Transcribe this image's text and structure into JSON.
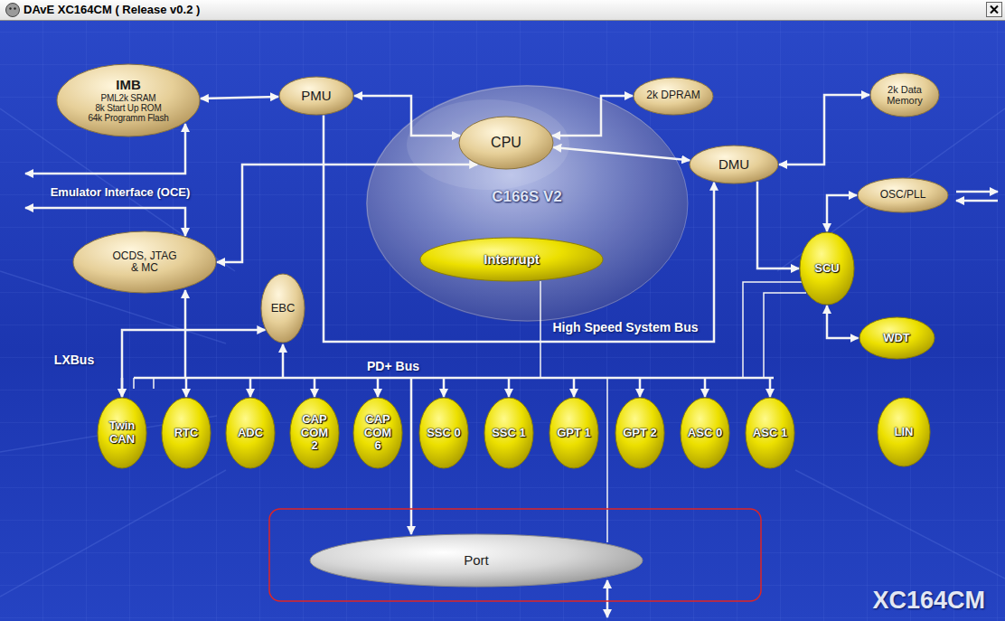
{
  "diagram": {
    "title": "DAvE XC164CM ( Release v0.2 )",
    "nodes": [
      {
        "text": [
          "IMB",
          "PML2k SRAM",
          "8k Start Up ROM",
          "64k Programm Flash"
        ]
      },
      {
        "text": [
          "PMU"
        ]
      },
      {
        "text": [
          "C166S V2"
        ]
      },
      {
        "text": [
          "CPU"
        ],
        "in": 2
      },
      {
        "text": [
          "Interrupt"
        ],
        "in": 2
      },
      {
        "text": [
          "2k DPRAM"
        ]
      },
      {
        "text": [
          "2k Data Memory"
        ]
      },
      {
        "text": [
          "DMU"
        ]
      },
      {
        "text": [
          "OSC/PLL"
        ]
      },
      {
        "text": [
          "OCDS, JTAG & MC"
        ]
      },
      {
        "text": [
          "SCU"
        ]
      },
      {
        "text": [
          "EBC"
        ]
      },
      {
        "text": [
          "WDT"
        ]
      },
      {
        "text": [
          "Twin CAN"
        ]
      },
      {
        "text": [
          "RTC"
        ]
      },
      {
        "text": [
          "ADC"
        ]
      },
      {
        "text": [
          "CAP COM 2"
        ]
      },
      {
        "text": [
          "CAP COM 6"
        ]
      },
      {
        "text": [
          "SSC 0"
        ]
      },
      {
        "text": [
          "SSC 1"
        ]
      },
      {
        "text": [
          "GPT 1"
        ]
      },
      {
        "text": [
          "GPT 2"
        ]
      },
      {
        "text": [
          "ASC 0"
        ]
      },
      {
        "text": [
          "ASC 1"
        ]
      },
      {
        "text": [
          "LIN"
        ]
      },
      {
        "text": [
          "Port"
        ]
      }
    ],
    "edges": [
      {
        "from": 0,
        "to": 1,
        "arrow": "both"
      },
      {
        "from": 1,
        "to": 3,
        "arrow": "both"
      },
      {
        "from": 3,
        "to": 5,
        "arrow": "both"
      },
      {
        "from": 7,
        "to": 6,
        "arrow": "both"
      },
      {
        "from": 3,
        "to": 7,
        "arrow": "both"
      },
      {
        "from": 8,
        "to": 10,
        "arrow": "both"
      },
      {
        "from": 10,
        "to": 12,
        "arrow": "both"
      },
      {
        "from": 9,
        "to": 3,
        "arrow": "both"
      },
      {
        "from": 11,
        "to": 13,
        "arrow": "both",
        "label": "LXBus"
      },
      {
        "from": 1,
        "to": 7,
        "arrow": "to",
        "label": "High Speed System Bus"
      },
      {
        "from": 7,
        "to": 10,
        "arrow": "to"
      }
    ],
    "labels": [
      "Emulator Interface (OCE)",
      "PD+ Bus",
      "XC164CM"
    ]
  }
}
